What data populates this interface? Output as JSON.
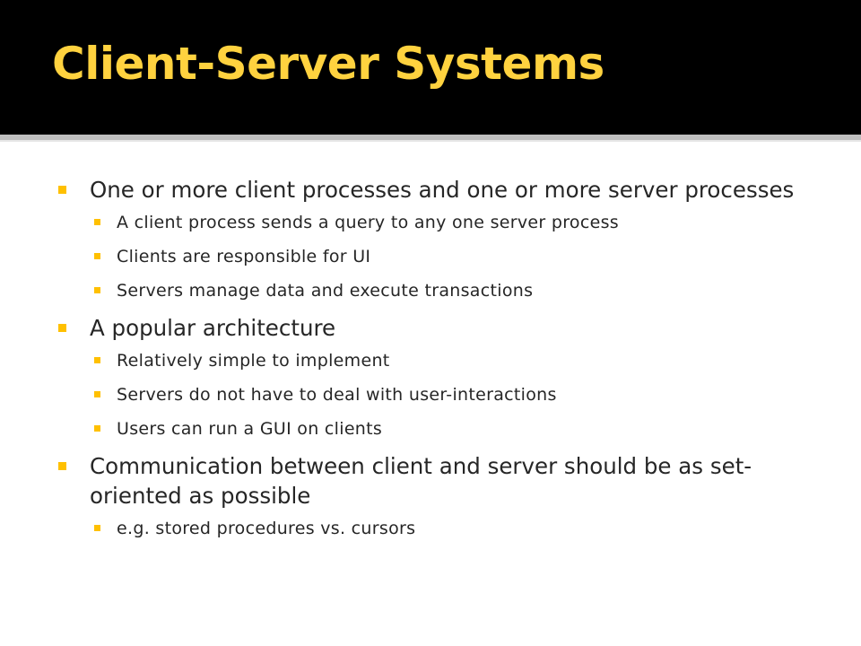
{
  "slide": {
    "title": "Client-Server Systems",
    "accent_color": "#ffc000",
    "title_color": "#ffd23f",
    "bullets": [
      {
        "text": "One or more client processes and one or more server processes",
        "sub": [
          "A client process sends a query to any one server process",
          "Clients are responsible for UI",
          "Servers manage data and execute transactions"
        ]
      },
      {
        "text": "A popular architecture",
        "sub": [
          "Relatively simple to implement",
          "Servers do not have to deal with user-interactions",
          "Users can run a GUI on clients"
        ]
      },
      {
        "text": "Communication between client and server should be as set-oriented as possible",
        "sub": [
          "e.g. stored procedures vs. cursors"
        ]
      }
    ]
  }
}
